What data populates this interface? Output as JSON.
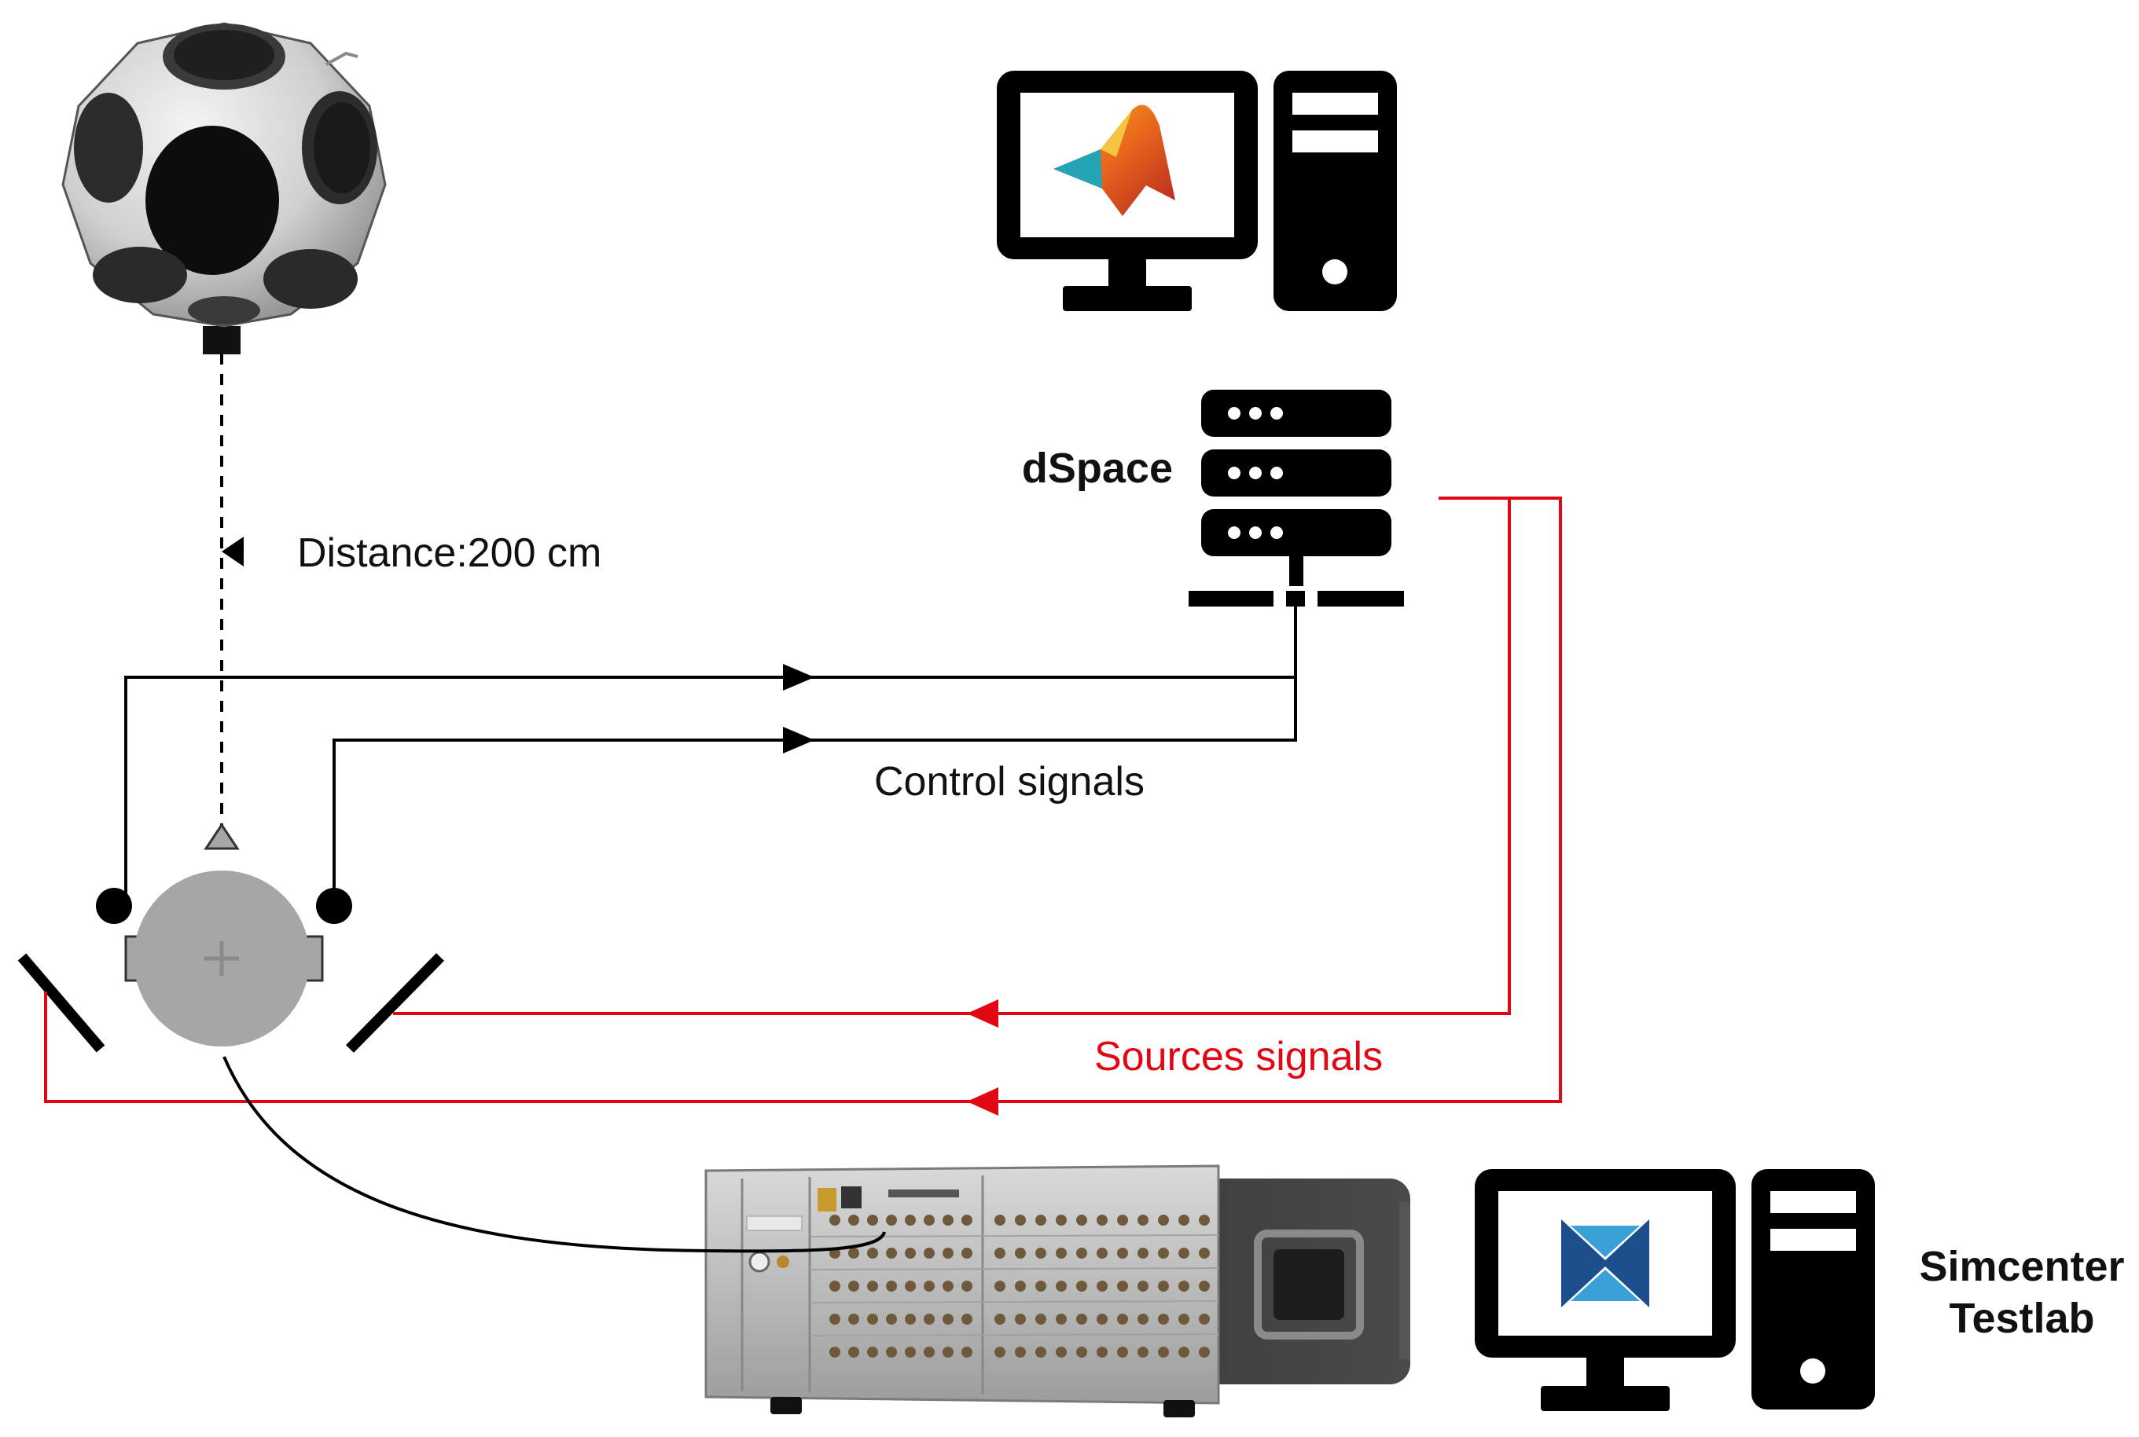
{
  "labels": {
    "distance": "Distance:200 cm",
    "dspace": "dSpace",
    "control_signals": "Control signals",
    "sources_signals": "Sources signals",
    "simcenter_line1": "Simcenter",
    "simcenter_line2": "Testlab"
  },
  "colors": {
    "control_line": "#000000",
    "source_line": "#e30613",
    "head": "#a6a6a6",
    "background": "#ffffff"
  },
  "icons": {
    "dodecahedron_speaker": "dodecahedron-speaker-icon",
    "matlab_computer": "matlab-computer-icon",
    "dspace_server": "server-rack-icon",
    "head_listener": "listener-head-icon",
    "daq_hardware": "data-acquisition-frontend-icon",
    "testlab_computer": "testlab-computer-icon"
  }
}
